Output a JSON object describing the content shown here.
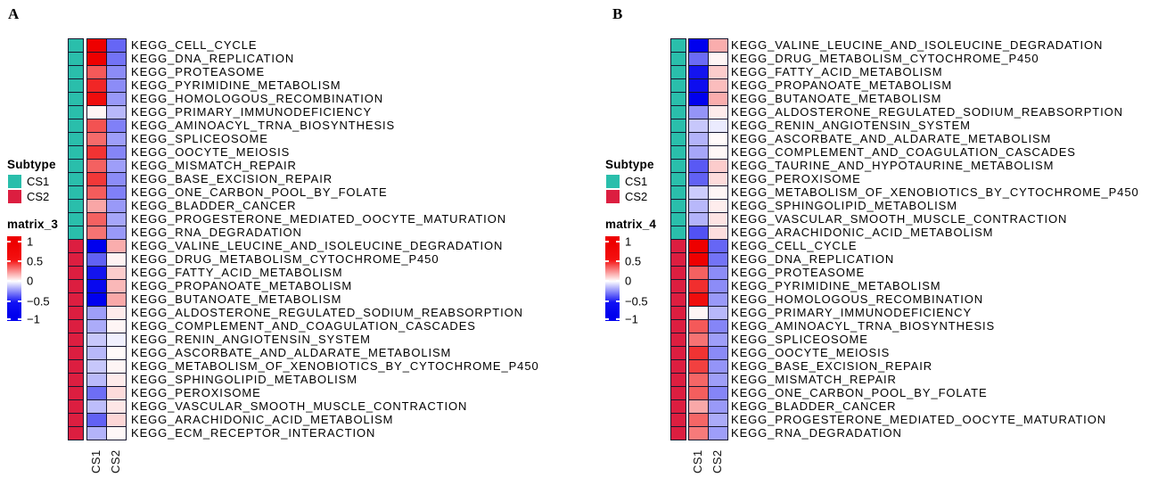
{
  "colors": {
    "cs1_teal": "#2ABEAB",
    "cs2_crimson": "#DC1E40",
    "heat_max_red": "#EE0000",
    "heat_mid_white": "#FFFFFF",
    "heat_min_blue": "#0000EE",
    "cell_border": "#16162E"
  },
  "chart_data": [
    {
      "type": "heatmap",
      "panel_label": "A",
      "columns": [
        "CS1",
        "CS2"
      ],
      "legend": {
        "subtype_title": "Subtype",
        "items": [
          {
            "label": "CS1",
            "color": "#2ABEAB"
          },
          {
            "label": "CS2",
            "color": "#DC1E40"
          }
        ],
        "matrix_title": "matrix_3",
        "scale_ticks": [
          "1",
          "0.5",
          "0",
          "−0.5",
          "−1"
        ],
        "scale_range": [
          1,
          -1
        ]
      },
      "rows": [
        {
          "label": "KEGG_CELL_CYCLE",
          "subtype": "CS1",
          "values": [
            1.0,
            -0.6
          ]
        },
        {
          "label": "KEGG_DNA_REPLICATION",
          "subtype": "CS1",
          "values": [
            1.0,
            -0.55
          ]
        },
        {
          "label": "KEGG_PROTEASOME",
          "subtype": "CS1",
          "values": [
            0.65,
            -0.45
          ]
        },
        {
          "label": "KEGG_PYRIMIDINE_METABOLISM",
          "subtype": "CS1",
          "values": [
            0.85,
            -0.45
          ]
        },
        {
          "label": "KEGG_HOMOLOGOUS_RECOMBINATION",
          "subtype": "CS1",
          "values": [
            0.95,
            -0.4
          ]
        },
        {
          "label": "KEGG_PRIMARY_IMMUNODEFICIENCY",
          "subtype": "CS1",
          "values": [
            0.04,
            -0.28
          ]
        },
        {
          "label": "KEGG_AMINOACYL_TRNA_BIOSYNTHESIS",
          "subtype": "CS1",
          "values": [
            0.68,
            -0.5
          ]
        },
        {
          "label": "KEGG_SPLICEOSOME",
          "subtype": "CS1",
          "values": [
            0.58,
            -0.38
          ]
        },
        {
          "label": "KEGG_OOCYTE_MEIOSIS",
          "subtype": "CS1",
          "values": [
            0.8,
            -0.48
          ]
        },
        {
          "label": "KEGG_MISMATCH_REPAIR",
          "subtype": "CS1",
          "values": [
            0.62,
            -0.38
          ]
        },
        {
          "label": "KEGG_BASE_EXCISION_REPAIR",
          "subtype": "CS1",
          "values": [
            0.78,
            -0.45
          ]
        },
        {
          "label": "KEGG_ONE_CARBON_POOL_BY_FOLATE",
          "subtype": "CS1",
          "values": [
            0.64,
            -0.5
          ]
        },
        {
          "label": "KEGG_BLADDER_CANCER",
          "subtype": "CS1",
          "values": [
            0.35,
            -0.4
          ]
        },
        {
          "label": "KEGG_PROGESTERONE_MEDIATED_OOCYTE_MATURATION",
          "subtype": "CS1",
          "values": [
            0.62,
            -0.35
          ]
        },
        {
          "label": "KEGG_RNA_DEGRADATION",
          "subtype": "CS1",
          "values": [
            0.55,
            -0.4
          ]
        },
        {
          "label": "KEGG_VALINE_LEUCINE_AND_ISOLEUCINE_DEGRADATION",
          "subtype": "CS2",
          "values": [
            -1.0,
            0.32
          ]
        },
        {
          "label": "KEGG_DRUG_METABOLISM_CYTOCHROME_P450",
          "subtype": "CS2",
          "values": [
            -0.62,
            0.05
          ]
        },
        {
          "label": "KEGG_FATTY_ACID_METABOLISM",
          "subtype": "CS2",
          "values": [
            -0.92,
            0.2
          ]
        },
        {
          "label": "KEGG_PROPANOATE_METABOLISM",
          "subtype": "CS2",
          "values": [
            -0.97,
            0.28
          ]
        },
        {
          "label": "KEGG_BUTANOATE_METABOLISM",
          "subtype": "CS2",
          "values": [
            -1.0,
            0.34
          ]
        },
        {
          "label": "KEGG_ALDOSTERONE_REGULATED_SODIUM_REABSORPTION",
          "subtype": "CS2",
          "values": [
            -0.38,
            0.08
          ]
        },
        {
          "label": "KEGG_COMPLEMENT_AND_COAGULATION_CASCADES",
          "subtype": "CS2",
          "values": [
            -0.33,
            0.04
          ]
        },
        {
          "label": "KEGG_RENIN_ANGIOTENSIN_SYSTEM",
          "subtype": "CS2",
          "values": [
            -0.22,
            -0.06
          ]
        },
        {
          "label": "KEGG_ASCORBATE_AND_ALDARATE_METABOLISM",
          "subtype": "CS2",
          "values": [
            -0.28,
            0.02
          ]
        },
        {
          "label": "KEGG_METABOLISM_OF_XENOBIOTICS_BY_CYTOCHROME_P450",
          "subtype": "CS2",
          "values": [
            -0.22,
            0.04
          ]
        },
        {
          "label": "KEGG_SPHINGOLIPID_METABOLISM",
          "subtype": "CS2",
          "values": [
            -0.27,
            0.08
          ]
        },
        {
          "label": "KEGG_PEROXISOME",
          "subtype": "CS2",
          "values": [
            -0.57,
            0.14
          ]
        },
        {
          "label": "KEGG_VASCULAR_SMOOTH_MUSCLE_CONTRACTION",
          "subtype": "CS2",
          "values": [
            -0.26,
            0.1
          ]
        },
        {
          "label": "KEGG_ARACHIDONIC_ACID_METABOLISM",
          "subtype": "CS2",
          "values": [
            -0.62,
            0.16
          ]
        },
        {
          "label": "KEGG_ECM_RECEPTOR_INTERACTION",
          "subtype": "CS2",
          "values": [
            -0.3,
            0.03
          ]
        }
      ]
    },
    {
      "type": "heatmap",
      "panel_label": "B",
      "columns": [
        "CS1",
        "CS2"
      ],
      "legend": {
        "subtype_title": "Subtype",
        "items": [
          {
            "label": "CS1",
            "color": "#2ABEAB"
          },
          {
            "label": "CS2",
            "color": "#DC1E40"
          }
        ],
        "matrix_title": "matrix_4",
        "scale_ticks": [
          "1",
          "0.5",
          "0",
          "−0.5",
          "−1"
        ],
        "scale_range": [
          1,
          -1
        ]
      },
      "rows": [
        {
          "label": "KEGG_VALINE_LEUCINE_AND_ISOLEUCINE_DEGRADATION",
          "subtype": "CS1",
          "values": [
            -1.0,
            0.32
          ]
        },
        {
          "label": "KEGG_DRUG_METABOLISM_CYTOCHROME_P450",
          "subtype": "CS1",
          "values": [
            -0.58,
            0.04
          ]
        },
        {
          "label": "KEGG_FATTY_ACID_METABOLISM",
          "subtype": "CS1",
          "values": [
            -0.92,
            0.2
          ]
        },
        {
          "label": "KEGG_PROPANOATE_METABOLISM",
          "subtype": "CS1",
          "values": [
            -0.95,
            0.26
          ]
        },
        {
          "label": "KEGG_BUTANOATE_METABOLISM",
          "subtype": "CS1",
          "values": [
            -1.0,
            0.32
          ]
        },
        {
          "label": "KEGG_ALDOSTERONE_REGULATED_SODIUM_REABSORPTION",
          "subtype": "CS1",
          "values": [
            -0.42,
            0.08
          ]
        },
        {
          "label": "KEGG_RENIN_ANGIOTENSIN_SYSTEM",
          "subtype": "CS1",
          "values": [
            -0.22,
            -0.08
          ]
        },
        {
          "label": "KEGG_ASCORBATE_AND_ALDARATE_METABOLISM",
          "subtype": "CS1",
          "values": [
            -0.3,
            0.02
          ]
        },
        {
          "label": "KEGG_COMPLEMENT_AND_COAGULATION_CASCADES",
          "subtype": "CS1",
          "values": [
            -0.35,
            0.03
          ]
        },
        {
          "label": "KEGG_TAURINE_AND_HYPOTAURINE_METABOLISM",
          "subtype": "CS1",
          "values": [
            -0.65,
            0.2
          ]
        },
        {
          "label": "KEGG_PEROXISOME",
          "subtype": "CS1",
          "values": [
            -0.62,
            0.14
          ]
        },
        {
          "label": "KEGG_METABOLISM_OF_XENOBIOTICS_BY_CYTOCHROME_P450",
          "subtype": "CS1",
          "values": [
            -0.2,
            0.04
          ]
        },
        {
          "label": "KEGG_SPHINGOLIPID_METABOLISM",
          "subtype": "CS1",
          "values": [
            -0.28,
            0.07
          ]
        },
        {
          "label": "KEGG_VASCULAR_SMOOTH_MUSCLE_CONTRACTION",
          "subtype": "CS1",
          "values": [
            -0.3,
            0.11
          ]
        },
        {
          "label": "KEGG_ARACHIDONIC_ACID_METABOLISM",
          "subtype": "CS1",
          "values": [
            -0.68,
            0.13
          ]
        },
        {
          "label": "KEGG_CELL_CYCLE",
          "subtype": "CS2",
          "values": [
            1.0,
            -0.6
          ]
        },
        {
          "label": "KEGG_DNA_REPLICATION",
          "subtype": "CS2",
          "values": [
            1.0,
            -0.55
          ]
        },
        {
          "label": "KEGG_PROTEASOME",
          "subtype": "CS2",
          "values": [
            0.62,
            -0.45
          ]
        },
        {
          "label": "KEGG_PYRIMIDINE_METABOLISM",
          "subtype": "CS2",
          "values": [
            0.82,
            -0.45
          ]
        },
        {
          "label": "KEGG_HOMOLOGOUS_RECOMBINATION",
          "subtype": "CS2",
          "values": [
            0.95,
            -0.4
          ]
        },
        {
          "label": "KEGG_PRIMARY_IMMUNODEFICIENCY",
          "subtype": "CS2",
          "values": [
            0.04,
            -0.28
          ]
        },
        {
          "label": "KEGG_AMINOACYL_TRNA_BIOSYNTHESIS",
          "subtype": "CS2",
          "values": [
            0.65,
            -0.48
          ]
        },
        {
          "label": "KEGG_SPLICEOSOME",
          "subtype": "CS2",
          "values": [
            0.55,
            -0.38
          ]
        },
        {
          "label": "KEGG_OOCYTE_MEIOSIS",
          "subtype": "CS2",
          "values": [
            0.8,
            -0.46
          ]
        },
        {
          "label": "KEGG_BASE_EXCISION_REPAIR",
          "subtype": "CS2",
          "values": [
            0.75,
            -0.42
          ]
        },
        {
          "label": "KEGG_MISMATCH_REPAIR",
          "subtype": "CS2",
          "values": [
            0.6,
            -0.38
          ]
        },
        {
          "label": "KEGG_ONE_CARBON_POOL_BY_FOLATE",
          "subtype": "CS2",
          "values": [
            0.63,
            -0.48
          ]
        },
        {
          "label": "KEGG_BLADDER_CANCER",
          "subtype": "CS2",
          "values": [
            0.34,
            -0.4
          ]
        },
        {
          "label": "KEGG_PROGESTERONE_MEDIATED_OOCYTE_MATURATION",
          "subtype": "CS2",
          "values": [
            0.6,
            -0.33
          ]
        },
        {
          "label": "KEGG_RNA_DEGRADATION",
          "subtype": "CS2",
          "values": [
            0.52,
            -0.38
          ]
        }
      ]
    }
  ]
}
